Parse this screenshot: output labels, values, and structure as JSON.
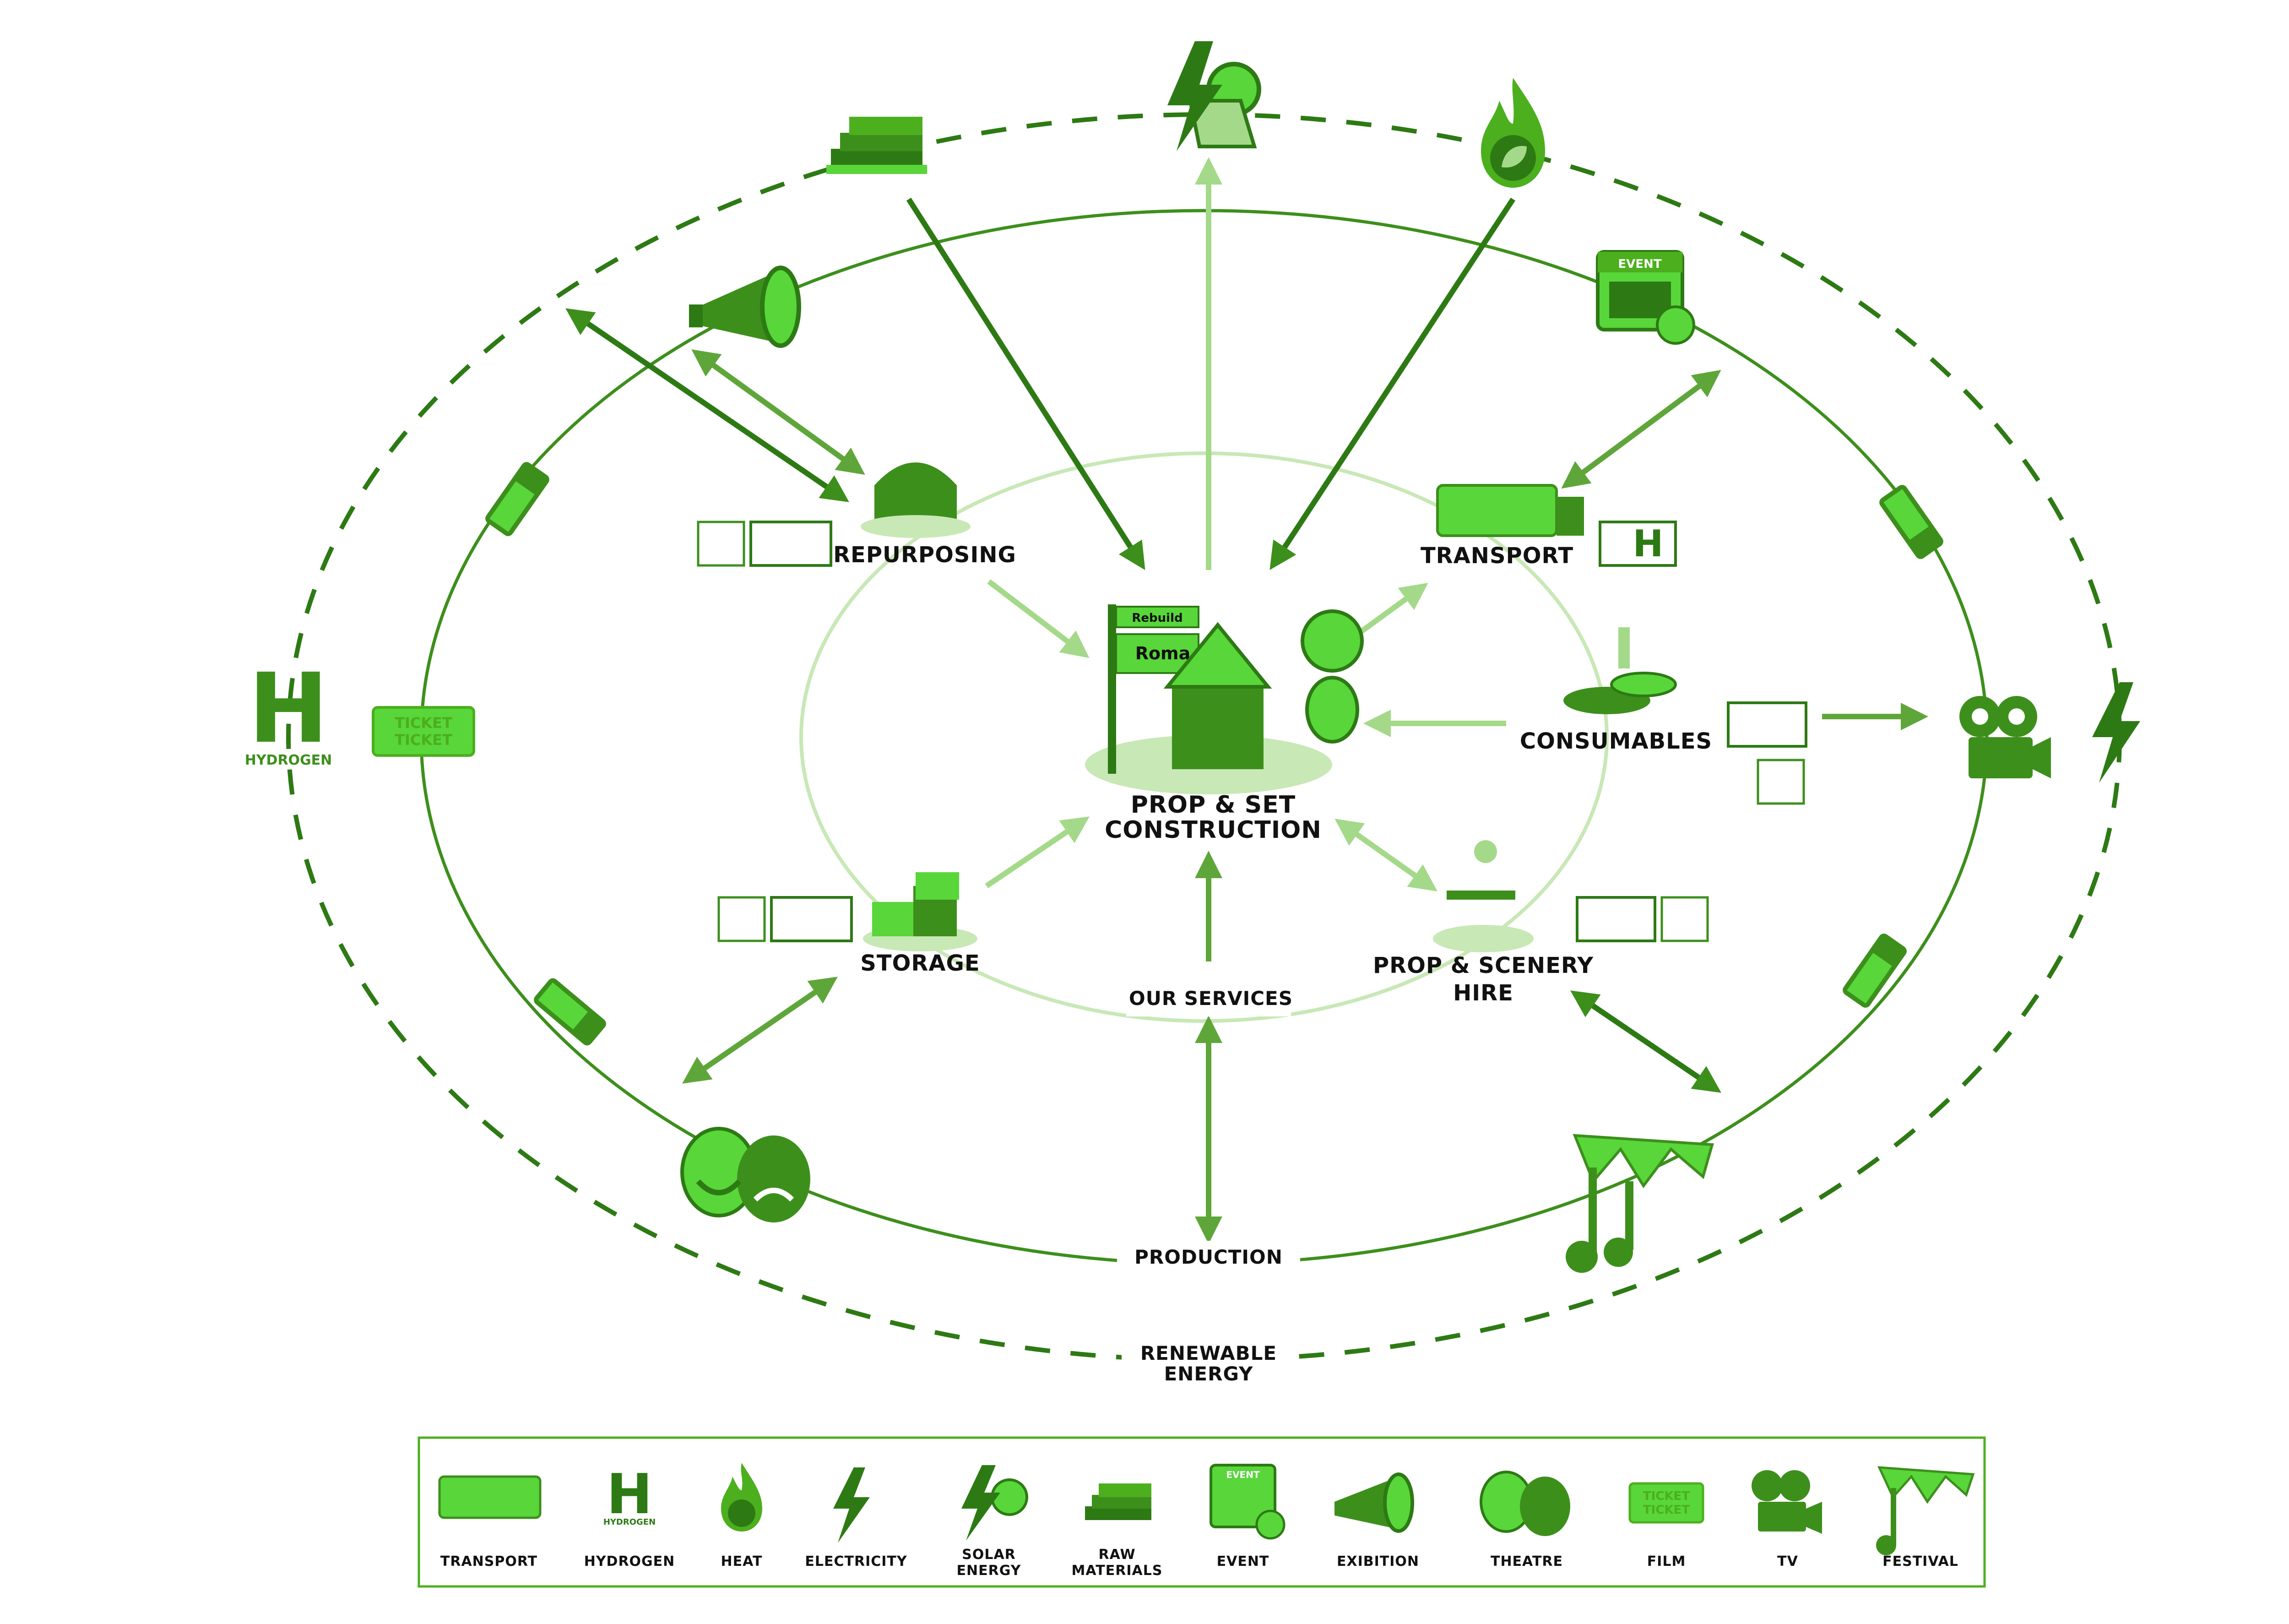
{
  "colors": {
    "dark": "#2d7a14",
    "mid": "#4caf1e",
    "bright": "#58d63a",
    "light": "#a4d98a",
    "pale": "#c8e8b6"
  },
  "center": {
    "title_line1": "PROP & SET",
    "title_line2": "CONSTRUCTION",
    "sign_top": "Rebuild",
    "sign_brand": "Roma"
  },
  "services": {
    "repurposing": "REPURPOSING",
    "transport": "TRANSPORT",
    "consumables": "CONSUMABLES",
    "storage": "STORAGE",
    "hire_line1": "PROP & SCENERY",
    "hire_line2": "HIRE"
  },
  "rings": {
    "inner": "OUR SERVICES",
    "middle": "PRODUCTION",
    "outer_line1": "RENEWABLE",
    "outer_line2": "ENERGY"
  },
  "hydrogen": {
    "letter": "H",
    "word": "HYDROGEN",
    "word_small": "HYDROGEN"
  },
  "ticket": {
    "line1": "TICKET",
    "line2": "TICKET"
  },
  "event_word": "EVENT",
  "legend": {
    "transport": "TRANSPORT",
    "hydrogen": "HYDROGEN",
    "heat": "HEAT",
    "electricity": "ELECTRICITY",
    "solar_1": "SOLAR",
    "solar_2": "ENERGY",
    "raw_1": "RAW",
    "raw_2": "MATERIALS",
    "event": "EVENT",
    "exibition": "EXIBITION",
    "theatre": "THEATRE",
    "film": "FILM",
    "tv": "TV",
    "festival": "FESTIVAL",
    "hydrogen_icon_letter": "H",
    "hydrogen_icon_word": "HYDROGEN",
    "ticket_1": "TICKET",
    "ticket_2": "TICKET",
    "event_icon_word": "EVENT"
  }
}
